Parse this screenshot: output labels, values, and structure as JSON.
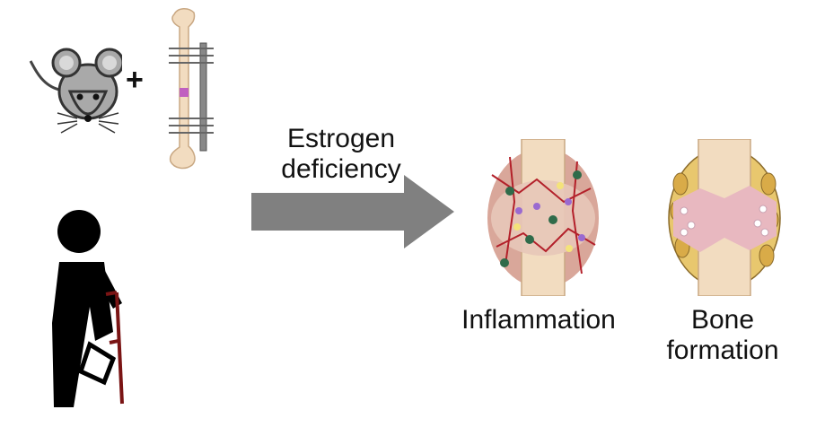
{
  "operator": "+",
  "arrow_label": {
    "line1": "Estrogen",
    "line2": "deficiency"
  },
  "stages": {
    "inflammation": "Inflammation",
    "bone_formation": {
      "line1": "Bone",
      "line2": "formation"
    }
  },
  "colors": {
    "arrow": "#808080",
    "bone": "#f2dcc0",
    "callus": "#e7c7b8",
    "inflamed_tissue": "#d9a79a",
    "blood_vessel": "#b3202a",
    "marrow_fat": "#e8c76e",
    "new_bone": "#e8b8c0",
    "walker": "#7a1414",
    "fracture_band": "#c060c0"
  },
  "icons": [
    "mouse-icon",
    "femur-fixator-icon",
    "injured-person-walker-icon",
    "arrow-icon"
  ]
}
